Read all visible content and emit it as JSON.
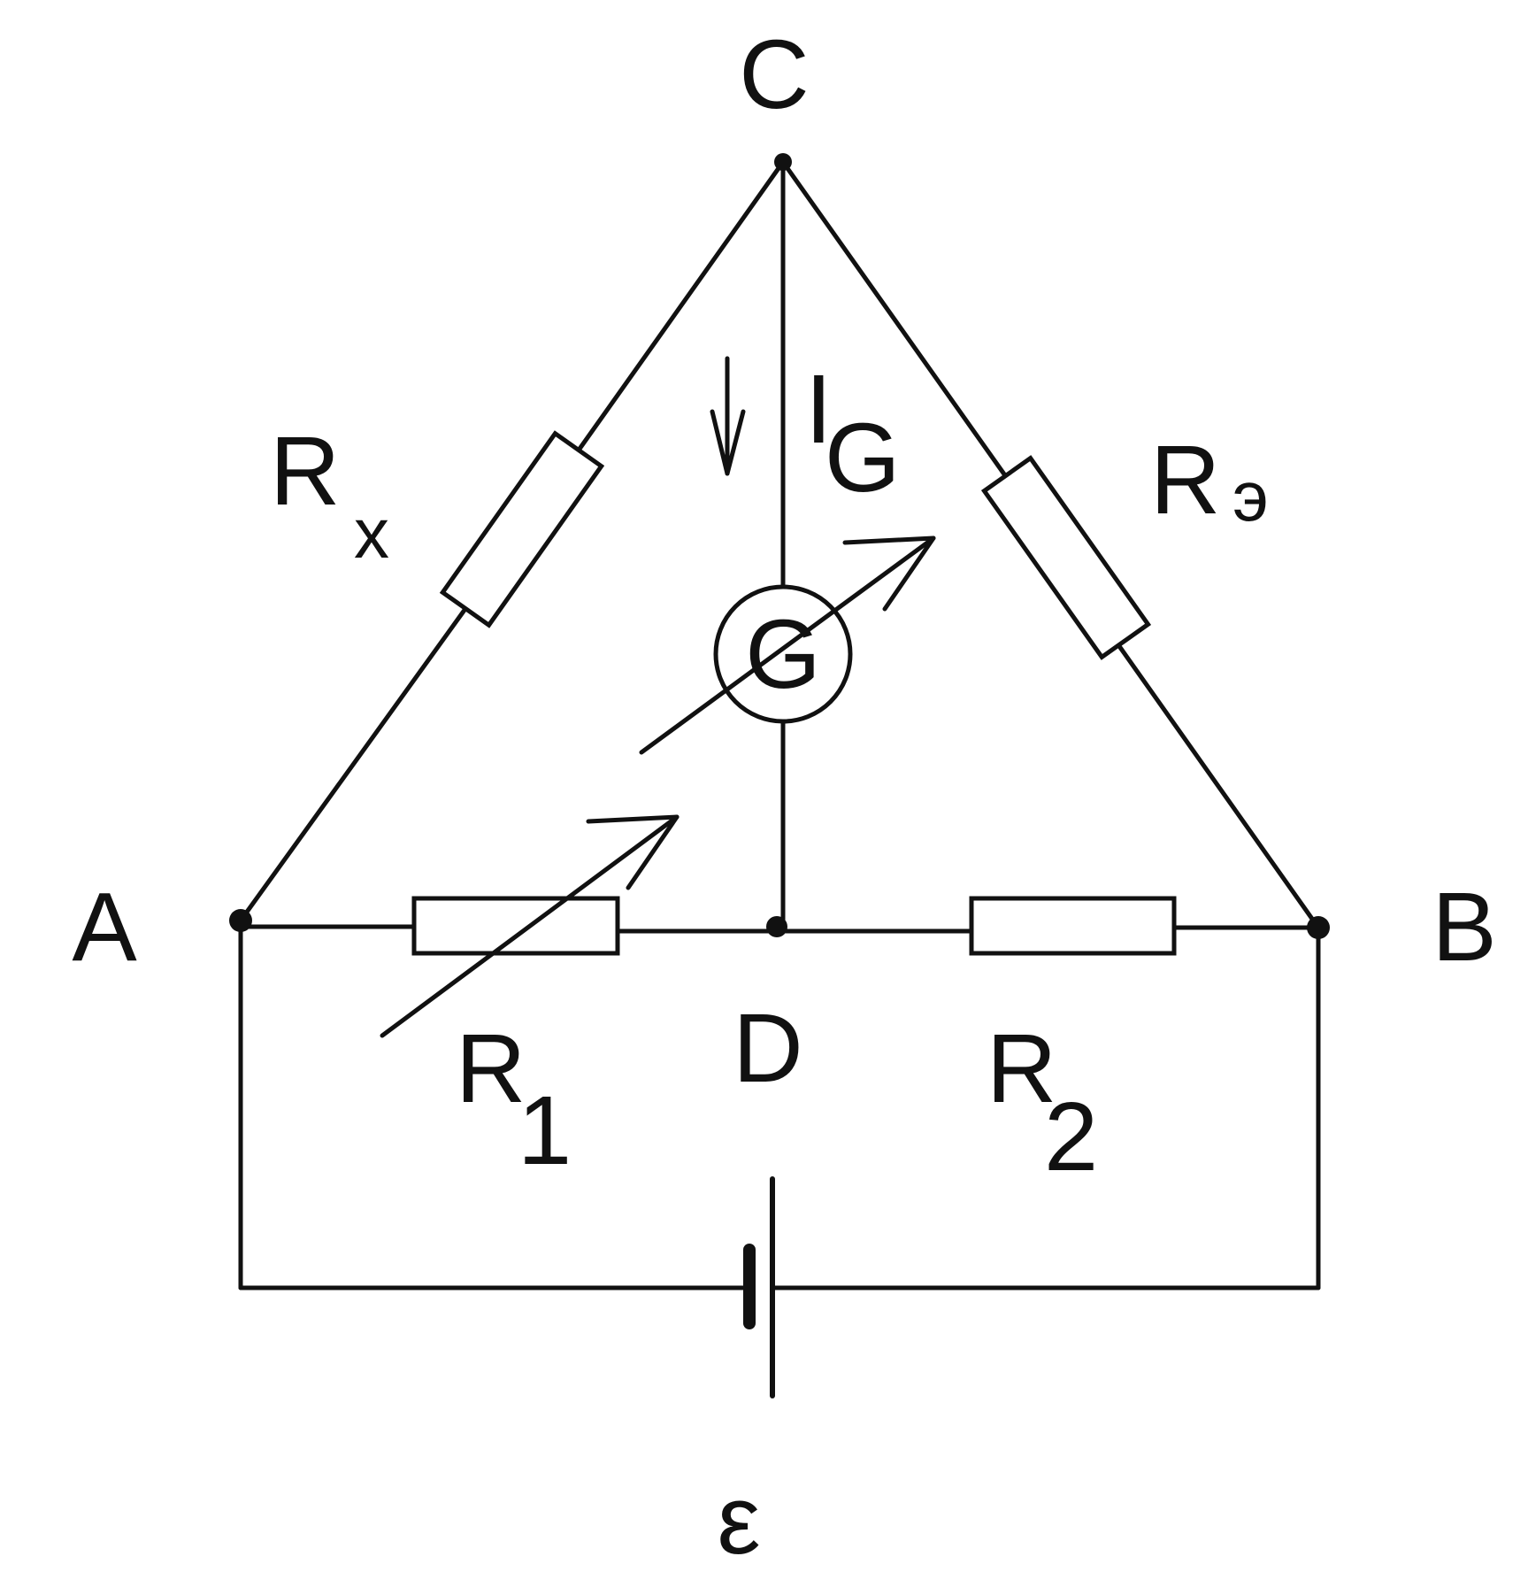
{
  "nodes": {
    "a": "A",
    "b": "B",
    "c": "C",
    "d": "D"
  },
  "resistors": {
    "rx": {
      "main": "R",
      "sub": "x"
    },
    "re": {
      "main": "R",
      "sub": "э"
    },
    "r1": {
      "main": "R",
      "sub": "1"
    },
    "r2": {
      "main": "R",
      "sub": "2"
    }
  },
  "galvanometer": {
    "symbol": "G",
    "current": {
      "main": "I",
      "sub": "G"
    }
  },
  "source": {
    "emf": "ε"
  },
  "colors": {
    "ink": "#111111",
    "background": "#ffffff"
  }
}
